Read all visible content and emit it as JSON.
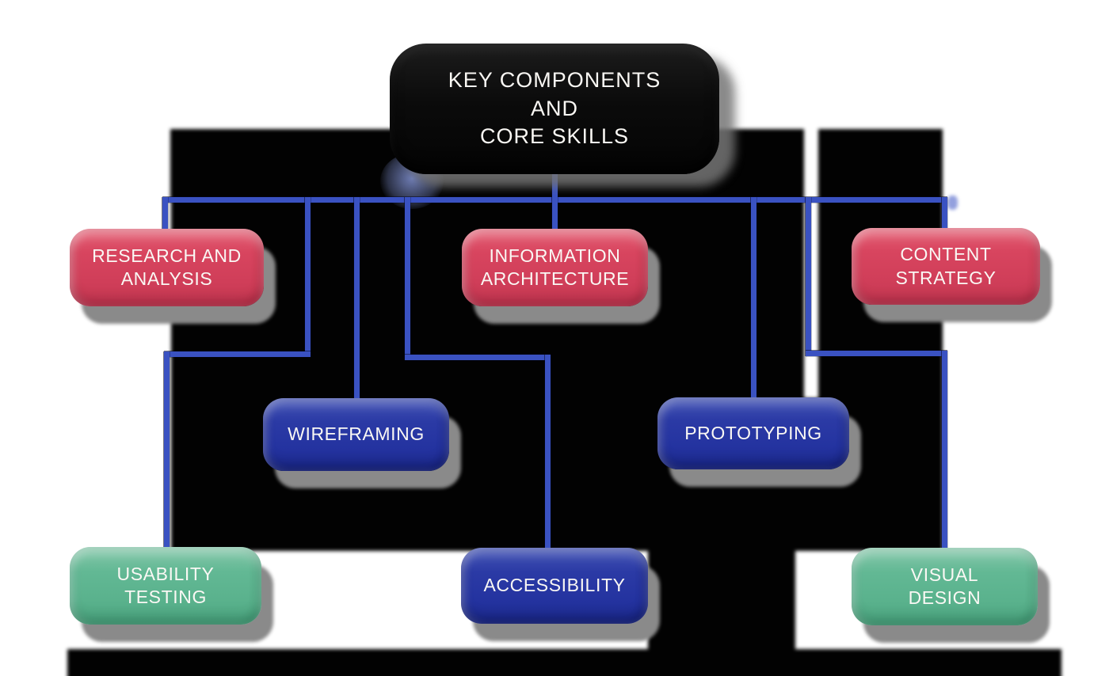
{
  "root": {
    "label": "KEY COMPONENTS\nAND\nCORE SKILLS"
  },
  "nodes": [
    {
      "id": "research-and-analysis",
      "label": "RESEARCH AND\nANALYSIS",
      "category_color": "#D8455F"
    },
    {
      "id": "information-architecture",
      "label": "INFORMATION\nARCHITECTURE",
      "category_color": "#D8455F"
    },
    {
      "id": "content-strategy",
      "label": "CONTENT\nSTRATEGY",
      "category_color": "#D8455F"
    },
    {
      "id": "wireframing",
      "label": "WIREFRAMING",
      "category_color": "#2B3AA5"
    },
    {
      "id": "prototyping",
      "label": "PROTOTYPING",
      "category_color": "#2B3AA5"
    },
    {
      "id": "usability-testing",
      "label": "USABILITY\nTESTING",
      "category_color": "#62B894"
    },
    {
      "id": "accessibility",
      "label": "ACCESSIBILITY",
      "category_color": "#2B3AA5"
    },
    {
      "id": "visual-design",
      "label": "VISUAL\nDESIGN",
      "category_color": "#62B894"
    }
  ],
  "palette": {
    "background": "#FFFFFF",
    "root_fill": "#0B0B0B",
    "red_node": "#D8455F",
    "blue_node": "#2B3AA5",
    "green_node": "#62B894",
    "connector_blue": "#3A52C2",
    "drop_shadow_gray": "#8A8A8A",
    "tree_fill_black": "#020202",
    "text_white": "#FAF8F4"
  }
}
